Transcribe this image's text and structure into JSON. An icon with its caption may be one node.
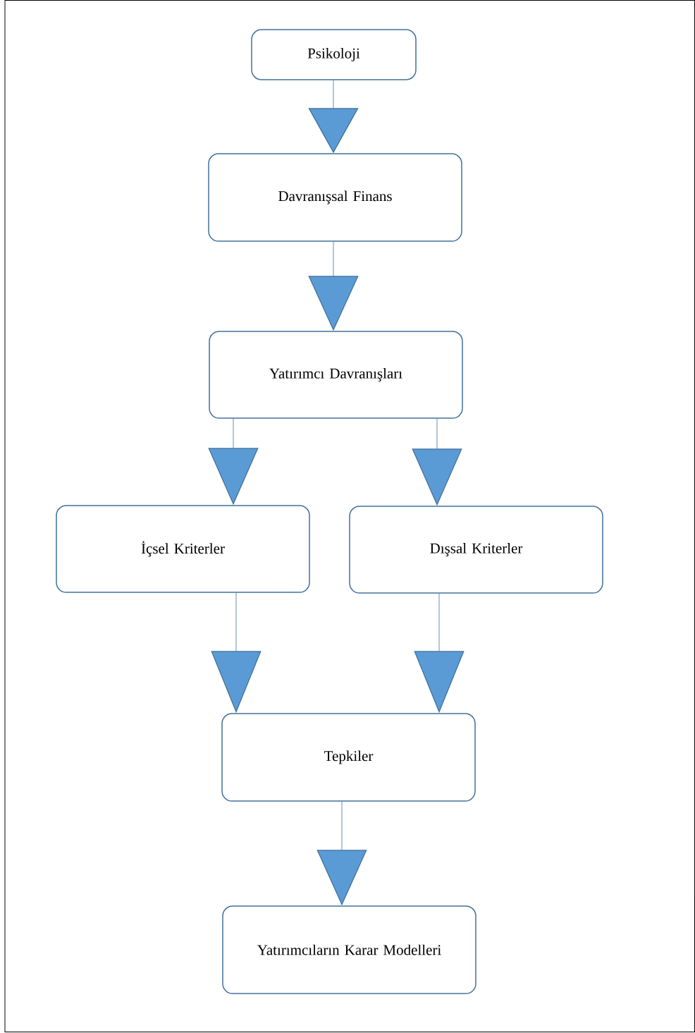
{
  "diagram": {
    "nodes": [
      {
        "text": [
          "Psikoloji"
        ]
      },
      {
        "text": [
          "Davranışsal Finans"
        ]
      },
      {
        "text": [
          "Yatırımcı Davranışları"
        ]
      },
      {
        "text": [
          "İçsel Kriterler"
        ]
      },
      {
        "text": [
          "Dışsal Kriterler"
        ]
      },
      {
        "text": [
          "Tepkiler"
        ]
      },
      {
        "text": [
          "Yatırımcıların Karar Modelleri"
        ]
      }
    ],
    "edges": [
      {
        "from": 0,
        "to": 1,
        "arrow": "to"
      },
      {
        "from": 1,
        "to": 2,
        "arrow": "to"
      },
      {
        "from": 2,
        "to": 3,
        "arrow": "to"
      },
      {
        "from": 2,
        "to": 4,
        "arrow": "to"
      },
      {
        "from": 3,
        "to": 5,
        "arrow": "to"
      },
      {
        "from": 4,
        "to": 5,
        "arrow": "to"
      },
      {
        "from": 5,
        "to": 6,
        "arrow": "to"
      }
    ]
  }
}
